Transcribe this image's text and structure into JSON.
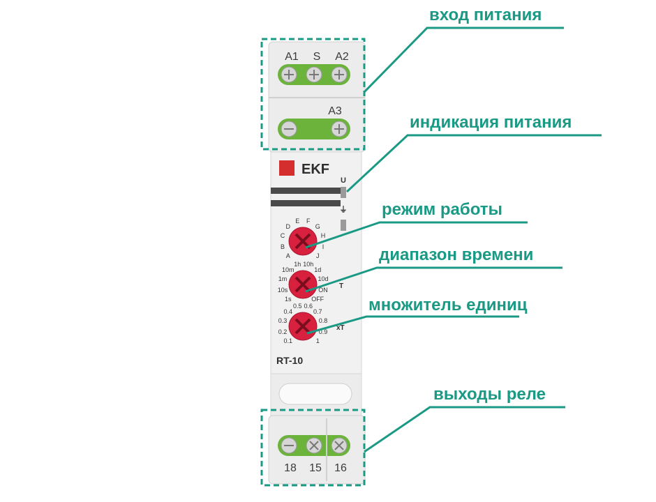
{
  "callouts": {
    "power_input": "вход питания",
    "power_indication": "индикация питания",
    "mode": "режим работы",
    "time_range": "диапазон времени",
    "multiplier": "множитель единиц",
    "relay_outputs": "выходы реле"
  },
  "device": {
    "brand": "EKF",
    "model": "RT-10",
    "top_terminals": [
      "A1",
      "S",
      "A2"
    ],
    "mid_terminal": "A3",
    "bottom_terminals": [
      "18",
      "15",
      "16"
    ],
    "led_labels": [
      "U",
      "⏚"
    ],
    "dial_mode_labels": [
      "A",
      "B",
      "C",
      "D",
      "E",
      "F",
      "G",
      "H",
      "I",
      "J"
    ],
    "dial_range_labels": [
      "1s",
      "10s",
      "1m",
      "10m",
      "1h",
      "10h",
      "1d",
      "10d",
      "ON",
      "OFF"
    ],
    "dial_range_side": "T",
    "dial_mult_labels": [
      "0.1",
      "0.2",
      "0.3",
      "0.4",
      "0.5",
      "0.6",
      "0.7",
      "0.8",
      "0.9",
      "1"
    ],
    "dial_mult_side": "xT"
  },
  "colors": {
    "accent": "#1a9a85",
    "terminal_green": "#6bb33a",
    "dial_red": "#d8203f",
    "body": "#ececec"
  }
}
